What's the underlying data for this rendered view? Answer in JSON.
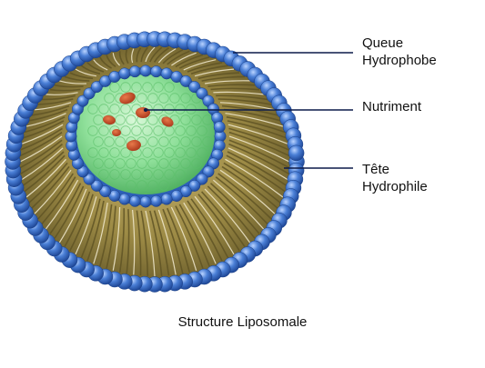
{
  "diagram": {
    "caption": "Structure Liposomale",
    "labels": {
      "tail_line1": "Queue",
      "tail_line2": "Hydrophobe",
      "nutrient": "Nutriment",
      "head_line1": "Tête",
      "head_line2": "Hydrophile"
    }
  },
  "colors": {
    "head_blue": "#3f74cf",
    "head_blue_dark": "#1f4fa6",
    "tail_olive": "#8c7b3a",
    "core_green": "#8fe09a",
    "nutrient_red": "#c94a1e",
    "leader_navy": "#0b1a4a"
  }
}
